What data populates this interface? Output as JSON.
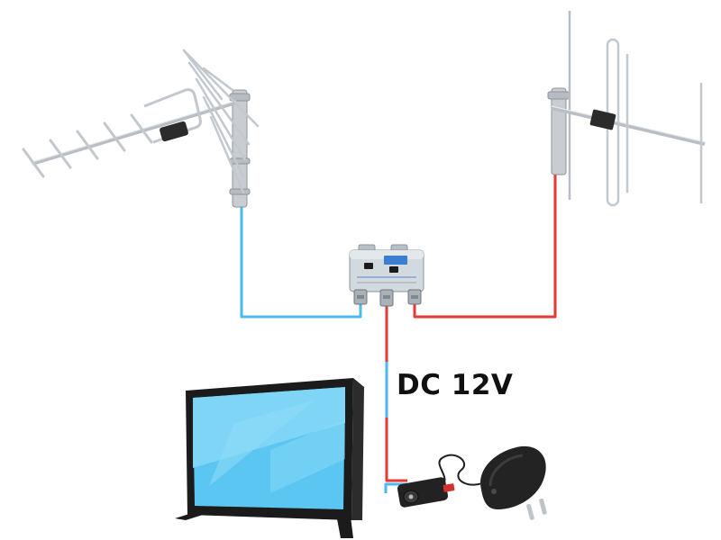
{
  "diagram": {
    "labels": {
      "power_label": "DC 12V"
    },
    "colors": {
      "background": "#ffffff",
      "cable_uhf": "#4db8ef",
      "cable_vhf": "#e53935",
      "tv_frame": "#1b1b1b",
      "tv_screen": "#5cc6f2",
      "tv_screen_highlight": "#8fdcf8",
      "antenna_metal": "#c9cdd1",
      "antenna_dark": "#2b2b2b",
      "combiner_body": "#cfd6dc",
      "combiner_label": "#3a7fd0",
      "power_supply": "#222222"
    },
    "components": [
      {
        "id": "uhf-antenna",
        "icon": "yagi-antenna-icon"
      },
      {
        "id": "vhf-antenna",
        "icon": "dipole-antenna-icon"
      },
      {
        "id": "combiner",
        "icon": "antenna-combiner-icon"
      },
      {
        "id": "television",
        "icon": "tv-icon"
      },
      {
        "id": "power-injector",
        "icon": "power-injector-icon"
      },
      {
        "id": "power-adapter",
        "icon": "power-adapter-icon"
      }
    ]
  }
}
